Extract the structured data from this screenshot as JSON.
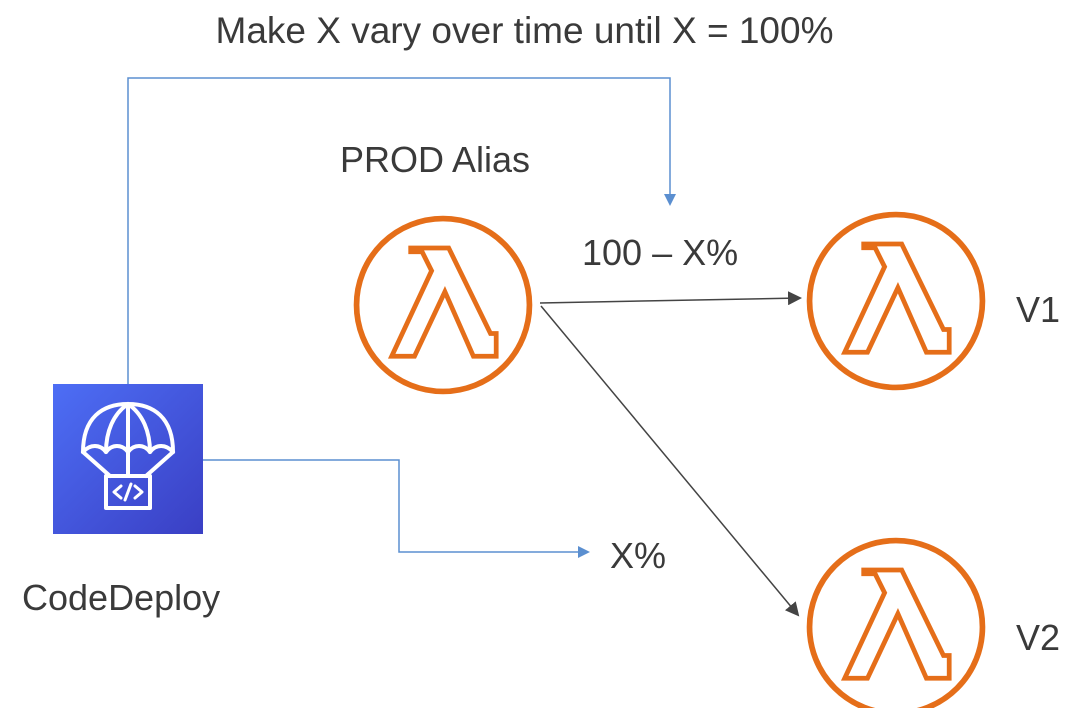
{
  "title": "Make X vary over time until X = 100%",
  "alias": {
    "label": "PROD Alias",
    "icon": "lambda-icon"
  },
  "versions": [
    {
      "label": "V1",
      "icon": "lambda-icon",
      "traffic_label": "100 – X%"
    },
    {
      "label": "V2",
      "icon": "lambda-icon",
      "traffic_label": "X%"
    }
  ],
  "codedeploy": {
    "label": "CodeDeploy",
    "icon": "parachute-code-icon"
  },
  "colors": {
    "lambda_orange": "#E56E19",
    "codedeploy_top": "#4D6EF5",
    "codedeploy_bottom": "#3A3FC4",
    "blue_connector": "#5B8FD0",
    "gray_connector": "#444444",
    "text": "#3a3a3a"
  }
}
